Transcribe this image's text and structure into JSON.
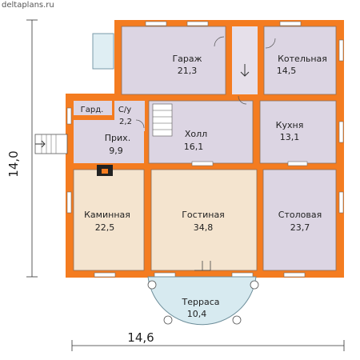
{
  "watermark": "deltaplans.ru",
  "colors": {
    "wall": "#f47c20",
    "room_purple": "#dcd5e3",
    "room_warm": "#f4e4cf",
    "terrace": "#d7eaf0",
    "window": "#ffffff"
  },
  "rooms": {
    "garage": {
      "name": "Гараж",
      "area": "21,3"
    },
    "boiler": {
      "name": "Котельная",
      "area": "14,5"
    },
    "wardrobe": {
      "name": "Гард."
    },
    "bath": {
      "name": "С/у",
      "area": "2,2"
    },
    "hall": {
      "name": "Холл",
      "area": "16,1"
    },
    "kitchen": {
      "name": "Кухня",
      "area": "13,1"
    },
    "entry": {
      "name": "Прих.",
      "area": "9,9"
    },
    "fireplace": {
      "name": "Каминная",
      "area": "22,5"
    },
    "living": {
      "name": "Гостиная",
      "area": "34,8"
    },
    "dining": {
      "name": "Столовая",
      "area": "23,7"
    },
    "terrace": {
      "name": "Терраса",
      "area": "10,4"
    }
  },
  "dimensions": {
    "height": "14,0",
    "width": "14,6"
  }
}
